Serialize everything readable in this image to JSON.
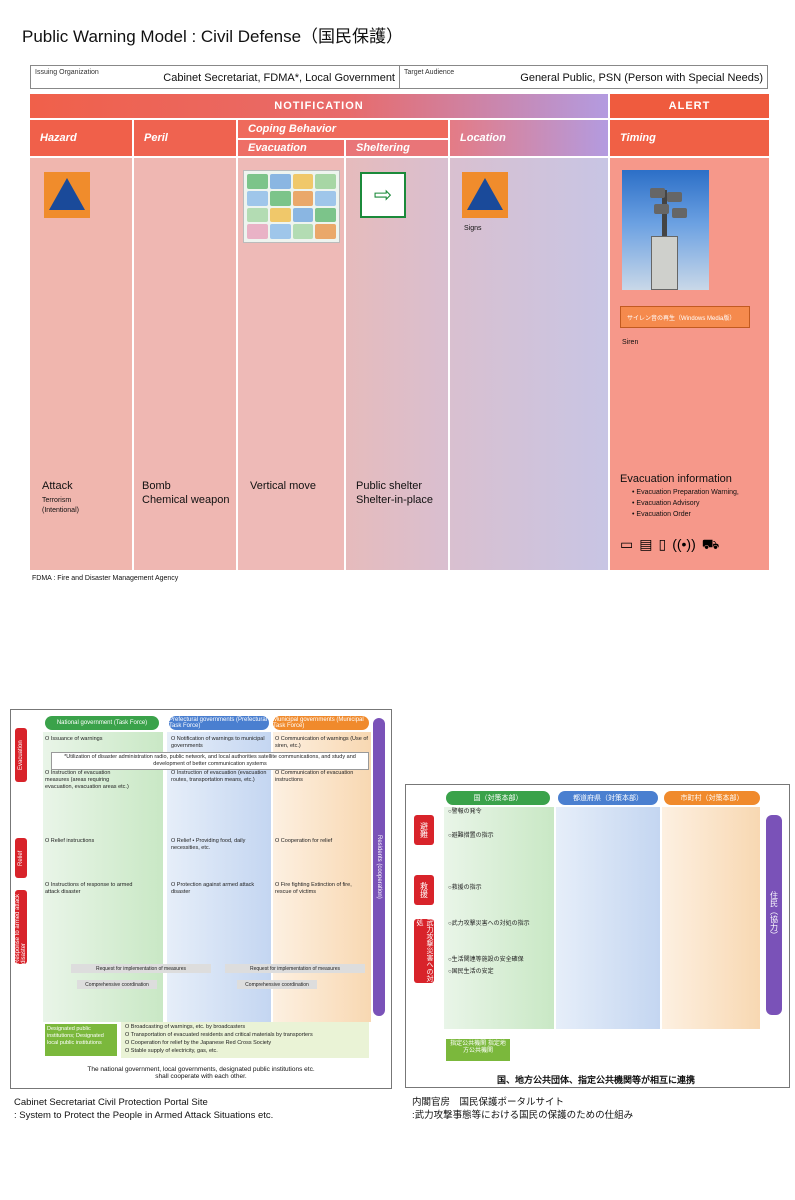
{
  "page_title": "Public Warning Model : Civil Defense（国民保護）",
  "meta": {
    "issuing_label": "Issuing Organization",
    "issuing_value": "Cabinet Secretariat, FDMA*, Local Government",
    "target_label": "Target Audience",
    "target_value": "General Public, PSN (Person with Special Needs)"
  },
  "headers": {
    "notification": "NOTIFICATION",
    "alert": "ALERT",
    "hazard": "Hazard",
    "peril": "Peril",
    "coping": "Coping Behavior",
    "evacuation": "Evacuation",
    "sheltering": "Sheltering",
    "location": "Location",
    "timing": "Timing"
  },
  "cells": {
    "hazard_title": "Attack",
    "hazard_sub1": "Terrorism",
    "hazard_sub2": "(Intentional)",
    "peril_line1": "Bomb",
    "peril_line2": "Chemical weapon",
    "evac_text": "Vertical move",
    "shelter_line1": "Public shelter",
    "shelter_line2": "Shelter-in-place",
    "location_label": "Signs",
    "timing_siren_btn": "サイレン音の再生（Windows Media版）",
    "timing_siren_label": "Siren",
    "timing_info_title": "Evacuation information",
    "timing_items": [
      "Evacuation Preparation Warning,",
      "Evacuation Advisory",
      "Evacuation Order"
    ]
  },
  "icons": {
    "hazard": "warning-triangle-icon",
    "shelter": "emergency-exit-icon",
    "location": "warning-triangle-icon",
    "devices": [
      "tv-icon",
      "radio-icon",
      "mobile-phone-icon",
      "broadcast-icon",
      "car-icon"
    ]
  },
  "fdma_note": "FDMA : Fire and Disaster Management Agency",
  "diagram_en": {
    "head_national": "National government (Task Force)",
    "head_prefectural": "Prefectural governments (Prefectural Task Force)",
    "head_municipal": "Municipal governments (Municipal Task Force)",
    "side_evacuation": "Evacuation",
    "side_relief": "Relief",
    "side_response": "Response to armed attack disaster",
    "side_residents": "Residents (cooperation)",
    "national_1": "O Issuance of warnings",
    "pref_1": "O Notification of warnings to municipal governments",
    "muni_1": "O Communication of warnings (Use of siren, etc.)",
    "note": "*Utilization of disaster administration radio, public network, and local authorities satellite communications, and study and development of better communication systems",
    "national_2": "O Instruction of evacuation measures (areas requiring evacuation, evacuation areas etc.)",
    "pref_2": "O Instruction of evacuation (evacuation routes, transportation means, etc.)",
    "muni_2": "O Communication of evacuation instructions",
    "national_3": "O Relief instructions",
    "pref_3": "O Relief • Providing food, daily necessities, etc.",
    "muni_3": "O Cooperation for relief",
    "national_4": "O Instructions of response to armed attack disaster",
    "pref_4": "O Protection against armed attack disaster",
    "muni_4": "O Fire fighting Extinction of fire, rescue of victims",
    "request_bar": "Request for implementation of measures",
    "coord_bar": "Comprehensive coordination",
    "designated_label": "Designated public institutions; Designated local public institutions",
    "designated_items": [
      "O Broadcasting of warnings, etc. by broadcasters",
      "O Transportation of evacuated residents and critical materials by transporters",
      "O Cooperation for relief by the Japanese Red Cross Society",
      "O Stable supply of electricity, gas, etc."
    ],
    "bottom": "The national government, local governments, designated public institutions etc. shall cooperate with each other."
  },
  "diagram_jp": {
    "head_national": "国（対策本部）",
    "head_prefectural": "都道府県（対策本部）",
    "head_municipal": "市町村（対策本部）",
    "side_evac": "避難",
    "side_relief": "救援",
    "side_response": "武力攻撃災害への対処",
    "side_residents": "住民（協力）",
    "row1": "○警報の発令",
    "row2": "○避難措置の指示",
    "row3": "○救援の指示",
    "row4": "○武力攻撃災害への対処の指示",
    "row5": "○生活関連等施設の安全確保",
    "row6": "○国民生活の安定",
    "designated": "指定公共機関 指定地方公共機関",
    "bottom": "国、地方公共団体、指定公共機関等が相互に連携"
  },
  "caption_en_line1": "Cabinet  Secretariat  Civil Protection Portal Site",
  "caption_en_line2": ": System to Protect the People in Armed Attack Situations etc.",
  "caption_jp_line1": "内閣官房　国民保護ポータルサイト",
  "caption_jp_line2": ":武力攻撃事態等における国民の保護のための仕組み"
}
